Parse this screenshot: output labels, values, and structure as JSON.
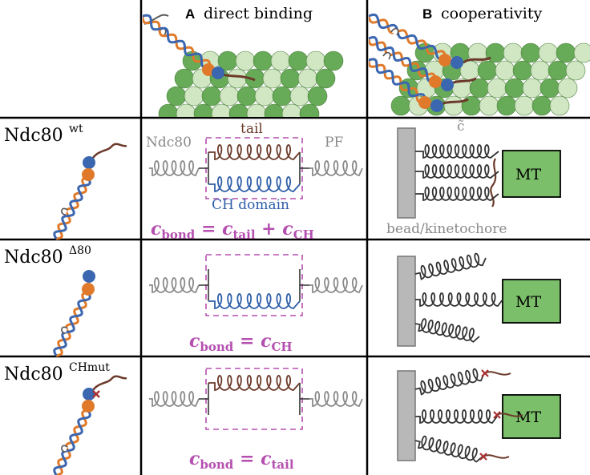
{
  "colors": {
    "grey_spring": "#8a8a8a",
    "tail_brown": "#6b3a2a",
    "ch_blue": "#2f5fa8",
    "equation_magenta": "#b54fb0",
    "mt_green": "#7cbf6a",
    "mt_dark_green": "#5fa64f",
    "mt_light_green": "#cfe5c0",
    "bead_grey": "#b8b8b8",
    "helix_orange": "#e07a2a",
    "helix_blue": "#3b66b0",
    "mutation_red": "#a83030"
  },
  "header": {
    "panel_a_letter": "A",
    "panel_a_title": "direct binding",
    "panel_b_letter": "B",
    "panel_b_title": "cooperativity"
  },
  "rows": [
    {
      "name": "Ndc80",
      "sup": "wt",
      "labels": {
        "ndc80": "Ndc80",
        "tail": "tail",
        "pf": "PF",
        "ch_domain": "CH domain",
        "c_tilde": "c̃",
        "bead": "bead/kinetochore",
        "mt": "MT"
      },
      "equation": {
        "lhs": "c",
        "lhs_sub": "bond",
        "eq": " = ",
        "t1": "c",
        "t1_sub": "tail",
        "plus": " + ",
        "t2": "c",
        "t2_sub": "CH"
      }
    },
    {
      "name": "Ndc80",
      "sup": "Δ80",
      "labels": {
        "mt": "MT"
      },
      "equation": {
        "lhs": "c",
        "lhs_sub": "bond",
        "eq": " = ",
        "t1": "c",
        "t1_sub": "CH"
      }
    },
    {
      "name": "Ndc80",
      "sup": "CHmut",
      "labels": {
        "mt": "MT"
      },
      "equation": {
        "lhs": "c",
        "lhs_sub": "bond",
        "eq": " = ",
        "t1": "c",
        "t1_sub": "tail"
      }
    }
  ]
}
